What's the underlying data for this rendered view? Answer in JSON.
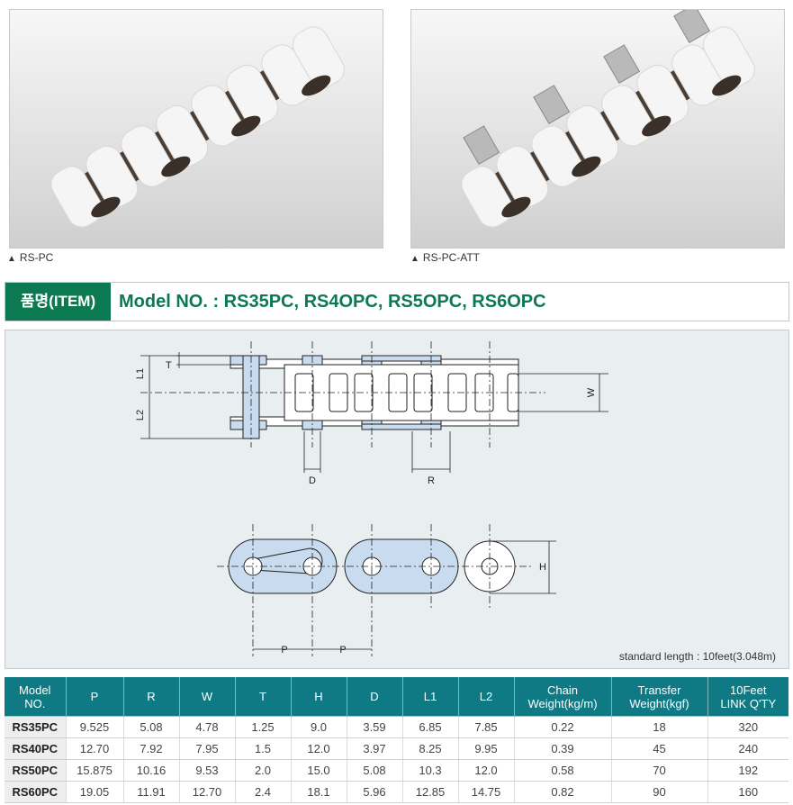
{
  "photos": [
    {
      "caption": "RS-PC",
      "marker": "▲"
    },
    {
      "caption": "RS-PC-ATT",
      "marker": "▲"
    }
  ],
  "title": {
    "tag": "품명(ITEM)",
    "text": "Model NO. : RS35PC, RS4OPC, RS5OPC, RS6OPC"
  },
  "drawing": {
    "labels": {
      "T": "T",
      "L1": "L1",
      "L2": "L2",
      "W": "W",
      "D": "D",
      "R": "R",
      "H": "H",
      "P1": "P",
      "P2": "P"
    },
    "note": "standard length : 10feet(3.048m)"
  },
  "table": {
    "headers": [
      [
        "Model",
        "NO."
      ],
      [
        "P"
      ],
      [
        "R"
      ],
      [
        "W"
      ],
      [
        "T"
      ],
      [
        "H"
      ],
      [
        "D"
      ],
      [
        "L1"
      ],
      [
        "L2"
      ],
      [
        "Chain",
        "Weight(kg/m)"
      ],
      [
        "Transfer",
        "Weight(kgf)"
      ],
      [
        "10Feet",
        "LINK Q'TY"
      ]
    ],
    "rows": [
      [
        "RS35PC",
        "9.525",
        "5.08",
        "4.78",
        "1.25",
        "9.0",
        "3.59",
        "6.85",
        "7.85",
        "0.22",
        "18",
        "320"
      ],
      [
        "RS40PC",
        "12.70",
        "7.92",
        "7.95",
        "1.5",
        "12.0",
        "3.97",
        "8.25",
        "9.95",
        "0.39",
        "45",
        "240"
      ],
      [
        "RS50PC",
        "15.875",
        "10.16",
        "9.53",
        "2.0",
        "15.0",
        "5.08",
        "10.3",
        "12.0",
        "0.58",
        "70",
        "192"
      ],
      [
        "RS60PC",
        "19.05",
        "11.91",
        "12.70",
        "2.4",
        "18.1",
        "5.96",
        "12.85",
        "14.75",
        "0.82",
        "90",
        "160"
      ]
    ]
  }
}
